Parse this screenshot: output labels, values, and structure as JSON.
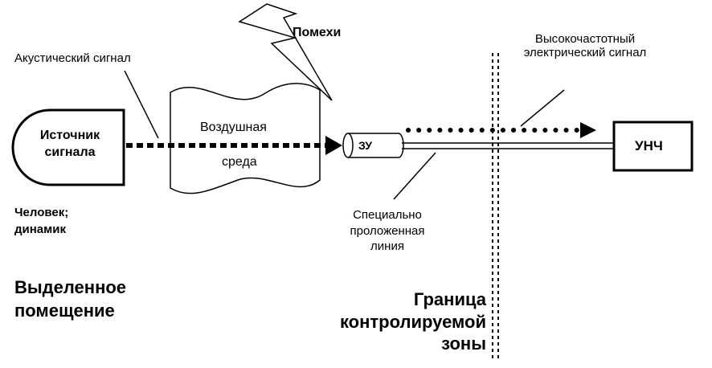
{
  "labels": {
    "acoustic_signal": "Акустический сигнал",
    "interference": "Помехи",
    "hf_signal_line1": "Высокочастотный",
    "hf_signal_line2": "электрический сигнал",
    "source_line1": "Источник",
    "source_line2": "сигнала",
    "air_line1": "Воздушная",
    "air_line2": "среда",
    "device": "ЗУ",
    "amplifier": "УНЧ",
    "human_line1": "Человек;",
    "human_line2": "динамик",
    "special_line1": "Специально",
    "special_line2": "проложенная",
    "special_line3": "линия",
    "room_line1": "Выделенное",
    "room_line2": "помещение",
    "border_line1": "Граница",
    "border_line2": "контролируемой",
    "border_line3": "зоны"
  },
  "colors": {
    "stroke": "#000000",
    "background": "#ffffff"
  }
}
